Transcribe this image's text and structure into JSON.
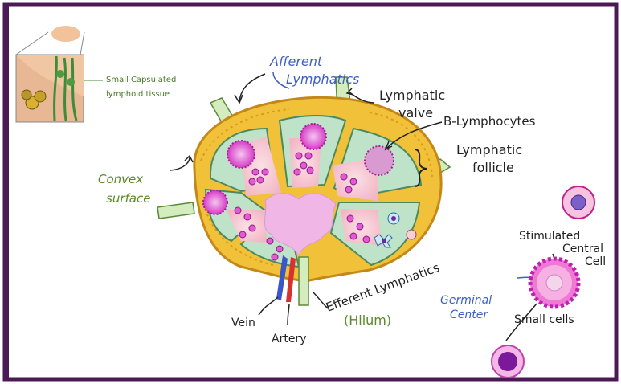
{
  "inset": {
    "label_line1": "Small Capsulated",
    "label_line2": "lymphoid tissue"
  },
  "labels": {
    "afferent_line1": "Afferent",
    "afferent_line2": "Lymphatics",
    "lymphatic_valve_line1": "Lymphatic",
    "lymphatic_valve_line2": "valve",
    "b_lymphocytes": "B-Lymphocytes",
    "lymphatic_follicle_line1": "Lymphatic",
    "lymphatic_follicle_line2": "follicle",
    "convex_surface_line1": "Convex",
    "convex_surface_line2": "surface",
    "efferent_lymphatics": "Efferent Lymphatics",
    "vein": "Vein",
    "artery": "Artery",
    "hilum": "(Hilum)",
    "stimulated_central_line1": "Stimulated",
    "stimulated_central_line2": "Central",
    "stimulated_central_line3": "Cell",
    "germinal_center_line1": "Germinal",
    "germinal_center_line2": "Center",
    "small_cells": "Small cells"
  },
  "colors": {
    "border": "#4a1a55",
    "capsule": "#f2c13a",
    "capsule_dark": "#d89a1c",
    "vessel_green": "#d5ecbf",
    "vessel_outline": "#5a8a3a",
    "follicle": "#bfe3c8",
    "follicle_outline": "#4c8a5e",
    "medulla_pink": "#f6c9cf",
    "sinus": "#efb6e6",
    "cell_magenta": "#d63bc6",
    "label_blue": "#3d5fc0",
    "label_green": "#5a8a2a",
    "label_black": "#222222"
  }
}
